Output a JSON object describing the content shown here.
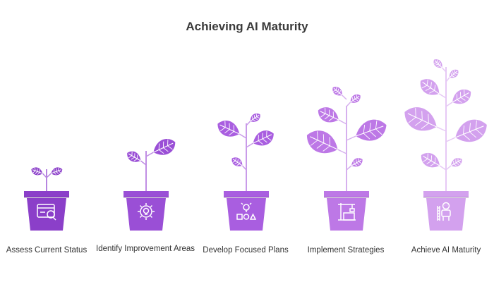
{
  "title": "Achieving AI Maturity",
  "stages": [
    {
      "label": "Assess Current Status",
      "icon": "browser-search-icon",
      "color": "#8b3fc9",
      "light": "#b685e0"
    },
    {
      "label": "Identify Improvement Areas",
      "icon": "gear-bulb-icon",
      "color": "#9a4fd6",
      "light": "#c08ee4"
    },
    {
      "label": "Develop Focused Plans",
      "icon": "bulb-shapes-icon",
      "color": "#a95ee0",
      "light": "#c99be9"
    },
    {
      "label": "Implement Strategies",
      "icon": "crane-building-icon",
      "color": "#bd78e6",
      "light": "#d6b0ee"
    },
    {
      "label": "Achieve AI Maturity",
      "icon": "robot-ladder-icon",
      "color": "#d3a1ee",
      "light": "#e6c9f5"
    }
  ]
}
